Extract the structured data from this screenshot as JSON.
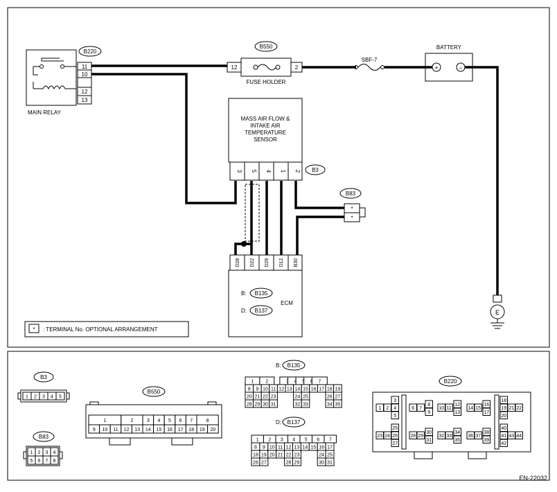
{
  "components": {
    "main_relay": {
      "label": "MAIN RELAY",
      "connector": "B220",
      "pins": [
        "11",
        "10",
        "12",
        "13"
      ]
    },
    "fuse_holder": {
      "label": "FUSE HOLDER",
      "connector": "B550",
      "pin_left": "12",
      "pin_right": "2"
    },
    "sbf": {
      "label": "SBF-7"
    },
    "battery": {
      "label": "BATTERY",
      "plus": "+",
      "minus": "−"
    },
    "maf": {
      "lines": [
        "MASS AIR FLOW &",
        "INTAKE AIR",
        "TEMPERATURE",
        "SENSOR"
      ],
      "connector": "B3",
      "pins": [
        "3",
        "5",
        "4",
        "1",
        "2"
      ]
    },
    "b83": {
      "connector": "B83",
      "pins": [
        "*",
        "*"
      ]
    },
    "ecm": {
      "label": "ECM",
      "pins": [
        "D28",
        "D22",
        "D29",
        "D12",
        "B30"
      ],
      "b_prefix": "B:",
      "b_connector": "B135",
      "d_prefix": "D:",
      "d_connector": "B137"
    },
    "ground": {
      "label": "E"
    }
  },
  "legend": {
    "symbol": "*",
    "text": ": TERMINAL No. OPTIONAL ARRANGEMENT"
  },
  "connectors": {
    "b3": {
      "label": "B3",
      "pins": [
        "1",
        "2",
        "3",
        "4",
        "5"
      ]
    },
    "b83": {
      "label": "B83",
      "rows": [
        [
          "1",
          "2",
          "3",
          "4"
        ],
        [
          "5",
          "6",
          "7",
          "8"
        ]
      ]
    },
    "b550": {
      "label": "B550",
      "top": [
        "1",
        "2",
        "3",
        "4",
        "5",
        "6",
        "7",
        "8"
      ],
      "bottom": [
        "9",
        "10",
        "11",
        "12",
        "13",
        "14",
        "15",
        "16",
        "17",
        "18",
        "19",
        "20"
      ]
    },
    "b135": {
      "prefix": "B:",
      "label": "B135",
      "rows": [
        [
          "1",
          "2",
          "",
          "3",
          "4",
          "5",
          "6",
          "7"
        ],
        [
          "8",
          "9",
          "10",
          "11",
          "12",
          "13",
          "14",
          "15",
          "16",
          "17",
          "18",
          "19"
        ],
        [
          "20",
          "21",
          "22",
          "23",
          "",
          "24",
          "25",
          "",
          "26",
          "27"
        ],
        [
          "28",
          "29",
          "30",
          "31",
          "",
          "32",
          "33",
          "",
          "34",
          "35"
        ]
      ]
    },
    "b137": {
      "prefix": "D:",
      "label": "B137",
      "rows": [
        [
          "1",
          "2",
          "3",
          "4",
          "5",
          "6",
          "7"
        ],
        [
          "8",
          "9",
          "10",
          "11",
          "12",
          "13",
          "14",
          "15",
          "16",
          "17"
        ],
        [
          "18",
          "19",
          "20",
          "21",
          "22",
          "23",
          "24",
          "25"
        ],
        [
          "26",
          "27",
          "28",
          "29",
          "30",
          "31"
        ]
      ]
    },
    "b220": {
      "label": "B220",
      "pins": [
        "1",
        "2",
        "3",
        "4",
        "5",
        "6",
        "7",
        "8",
        "9",
        "10",
        "11",
        "12",
        "13",
        "14",
        "15",
        "16",
        "17",
        "18",
        "19",
        "20",
        "21",
        "22",
        "23",
        "24",
        "25",
        "26",
        "27",
        "28",
        "29",
        "30",
        "31",
        "32",
        "33",
        "34",
        "35",
        "36",
        "37",
        "38",
        "39",
        "40",
        "41",
        "42",
        "43",
        "44"
      ]
    }
  },
  "figure_code": "EN-22032"
}
